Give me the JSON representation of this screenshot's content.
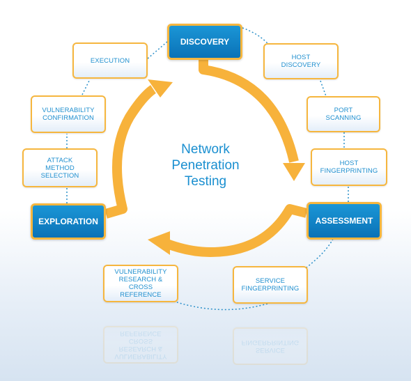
{
  "diagram": {
    "center_title": "Network\nPenetration\nTesting",
    "main_nodes": {
      "discovery": "DISCOVERY",
      "assessment": "ASSESSMENT",
      "exploration": "EXPLORATION"
    },
    "sub_nodes": {
      "host_discovery": "HOST\nDISCOVERY",
      "port_scanning": "PORT\nSCANNING",
      "host_fingerprinting": "HOST\nFINGERPRINTING",
      "service_fingerprinting": "SERVICE\nFINGERPRINTING",
      "vulnerability_research": "VULNERABILITY\nRESEARCH &\nCROSS REFERENCE",
      "attack_method_selection": "ATTACK\nMETHOD\nSELECTION",
      "vulnerability_confirmation": "VULNERABILITY\nCONFIRMATION",
      "execution": "EXECUTION"
    },
    "colors": {
      "arrow": "#f7b23b",
      "main_fill": "#0d7fc2",
      "sub_text": "#1f8fcf",
      "border": "#f6b63e",
      "connector": "#2a8fc9"
    }
  }
}
